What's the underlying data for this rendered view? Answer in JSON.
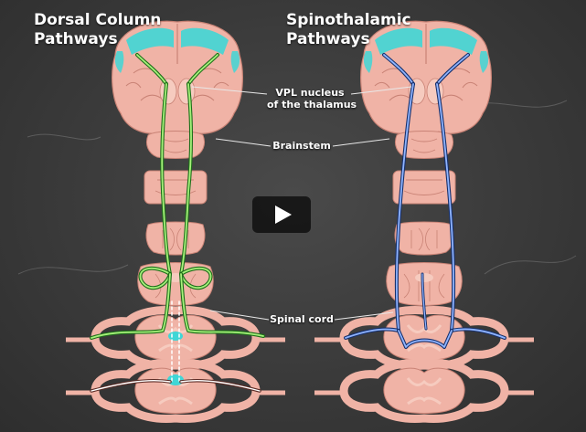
{
  "titles": {
    "left": {
      "line1": "Dorsal Column",
      "line2": "Pathways"
    },
    "right": {
      "line1": "Spinothalamic",
      "line2": "Pathways"
    }
  },
  "labels": {
    "vpl_line1": "VPL nucleus",
    "vpl_line2": "of the thalamus",
    "brainstem": "Brainstem",
    "spinal_cord": "Spinal cord"
  },
  "player": {
    "play_icon": "play-icon"
  },
  "colors": {
    "tissue": "#f0b3a6",
    "tissue_dark": "#d98c80",
    "cortex_highlight": "#3fd6d6",
    "dorsal_pathway": "#7fe05a",
    "spinothalamic_pathway": "#4a7fe0",
    "background": "#3a3a3a"
  }
}
